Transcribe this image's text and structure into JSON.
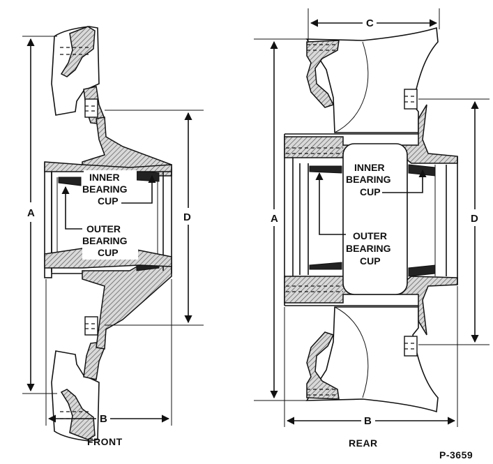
{
  "front": {
    "caption": "FRONT",
    "label_inner": [
      "INNER",
      "BEARING",
      "CUP"
    ],
    "label_outer": [
      "OUTER",
      "BEARING",
      "CUP"
    ],
    "dim_a": "A",
    "dim_b": "B",
    "dim_d": "D"
  },
  "rear": {
    "caption": "REAR",
    "label_inner": [
      "INNER",
      "BEARING",
      "CUP"
    ],
    "label_outer": [
      "OUTER",
      "BEARING",
      "CUP"
    ],
    "dim_a": "A",
    "dim_b": "B",
    "dim_c": "C",
    "dim_d": "D"
  },
  "figure_id": "P-3659"
}
